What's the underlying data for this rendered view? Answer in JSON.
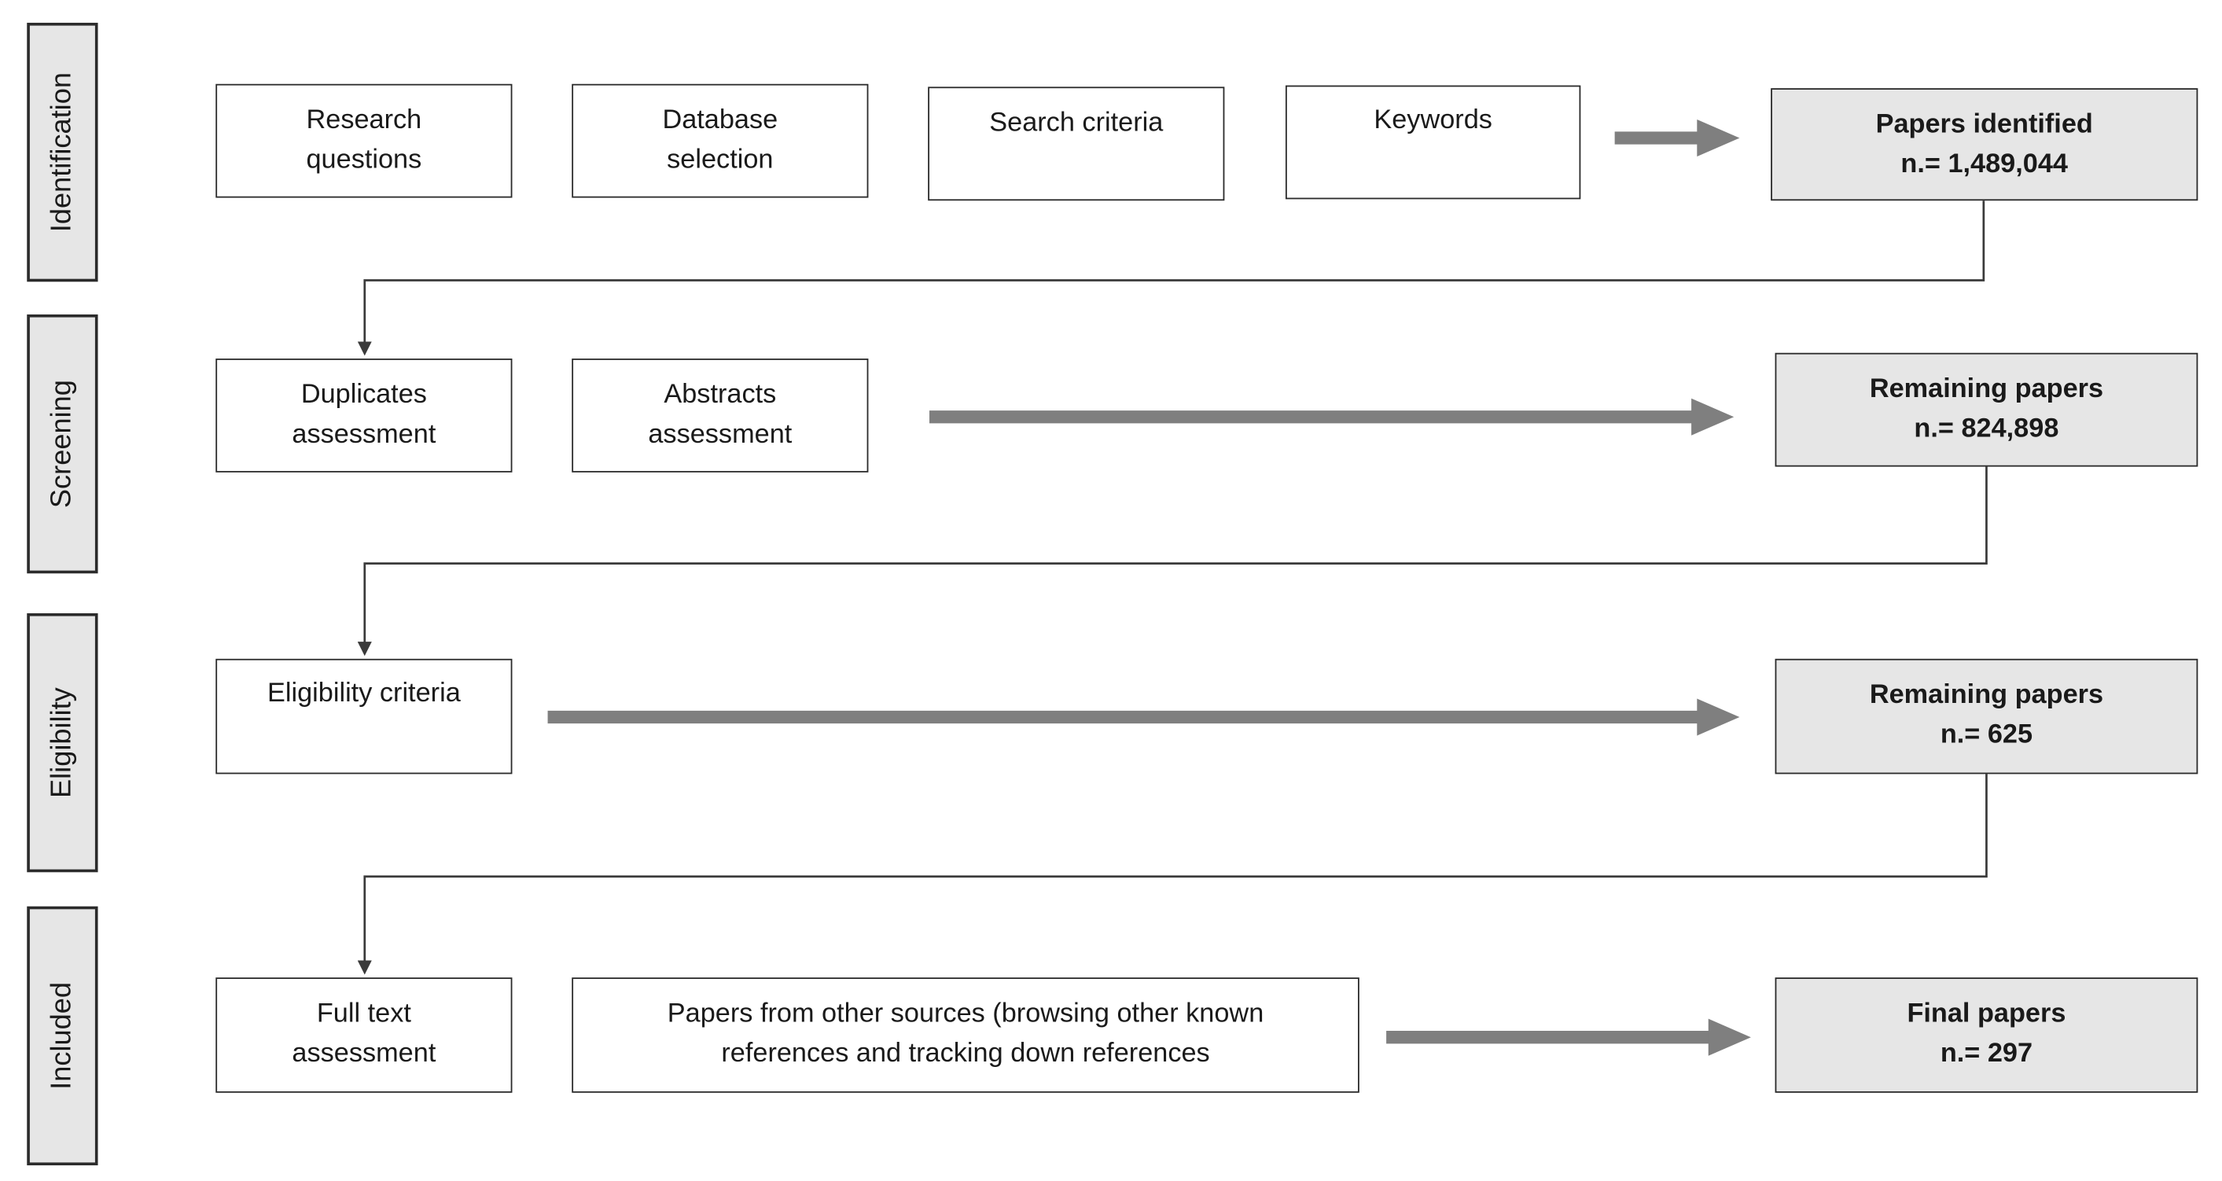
{
  "phases": [
    {
      "label": "Identification"
    },
    {
      "label": "Screening"
    },
    {
      "label": "Eligibility"
    },
    {
      "label": "Included"
    }
  ],
  "identification": {
    "steps": [
      "Research questions",
      "Database selection",
      "Search criteria",
      "Keywords"
    ],
    "result": {
      "title": "Papers identified",
      "count": "n.= 1,489,044"
    }
  },
  "screening": {
    "steps": [
      "Duplicates assessment",
      "Abstracts assessment"
    ],
    "result": {
      "title": "Remaining papers",
      "count": "n.= 824,898"
    }
  },
  "eligibility": {
    "steps": [
      "Eligibility criteria"
    ],
    "result": {
      "title": "Remaining papers",
      "count": "n.= 625"
    }
  },
  "included": {
    "steps": [
      "Full text assessment",
      "Papers from other sources (browsing other known references and tracking down references"
    ],
    "result": {
      "title": "Final papers",
      "count": "n.= 297"
    }
  },
  "colors": {
    "box_border": "#2b2b2b",
    "result_fill": "#e6e6e6",
    "phase_fill": "#e6e6e6",
    "thick_arrow": "#7f7f7f",
    "connector": "#3a3a3a"
  }
}
